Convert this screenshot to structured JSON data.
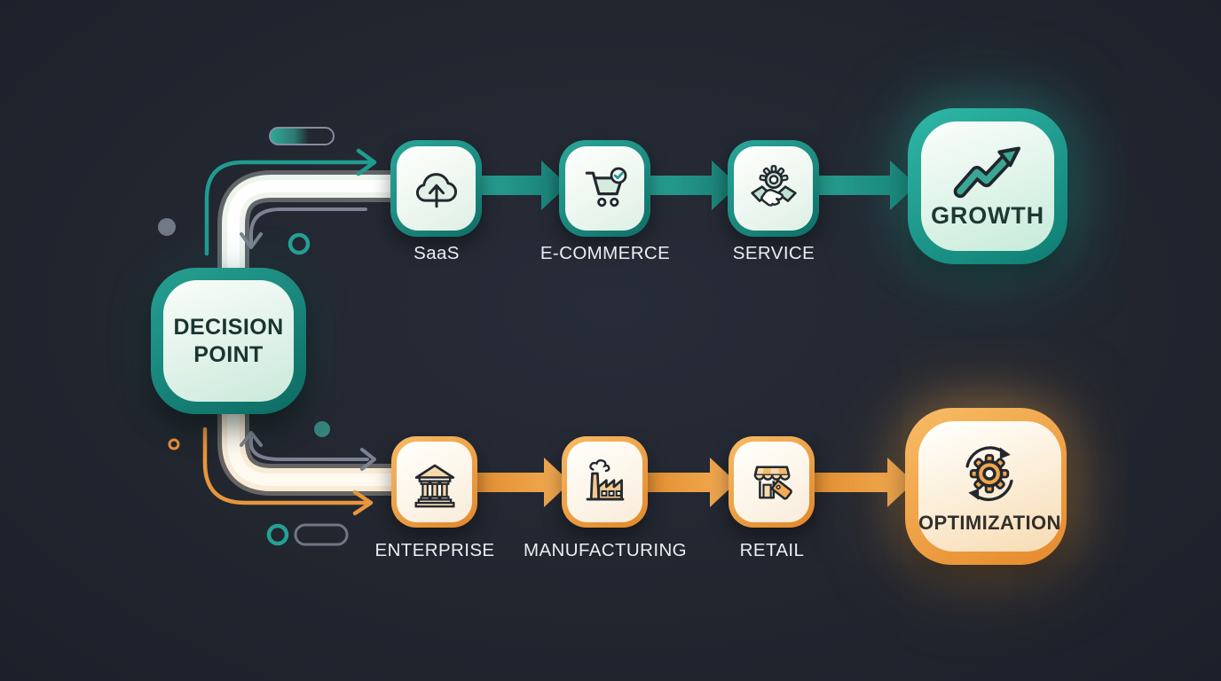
{
  "decision": {
    "line1": "DECISION",
    "line2": "POINT"
  },
  "branches": {
    "top": {
      "name": "growth-path",
      "accent": "#1f9488",
      "steps": [
        {
          "label": "SaaS",
          "icon": "cloud-upload-icon"
        },
        {
          "label": "E-COMMERCE",
          "icon": "shopping-cart-icon"
        },
        {
          "label": "SERVICE",
          "icon": "handshake-gear-icon"
        }
      ],
      "outcome": {
        "label": "GROWTH",
        "icon": "trending-up-icon"
      }
    },
    "bottom": {
      "name": "optimization-path",
      "accent": "#efa04a",
      "steps": [
        {
          "label": "ENTERPRISE",
          "icon": "bank-icon"
        },
        {
          "label": "MANUFACTURING",
          "icon": "factory-icon"
        },
        {
          "label": "RETAIL",
          "icon": "storefront-tag-icon"
        }
      ],
      "outcome": {
        "label": "OPTIMIZATION",
        "icon": "gear-cycle-icon"
      }
    }
  },
  "colors": {
    "background": "#232833",
    "teal": "#1f9488",
    "teal_bright": "#2cb4a4",
    "mint": "#e7f4ec",
    "orange": "#efa04a",
    "orange_deep": "#e08a2e",
    "cream": "#fcf0da",
    "label_text": "#eaeef1",
    "node_text": "#1a3531"
  }
}
